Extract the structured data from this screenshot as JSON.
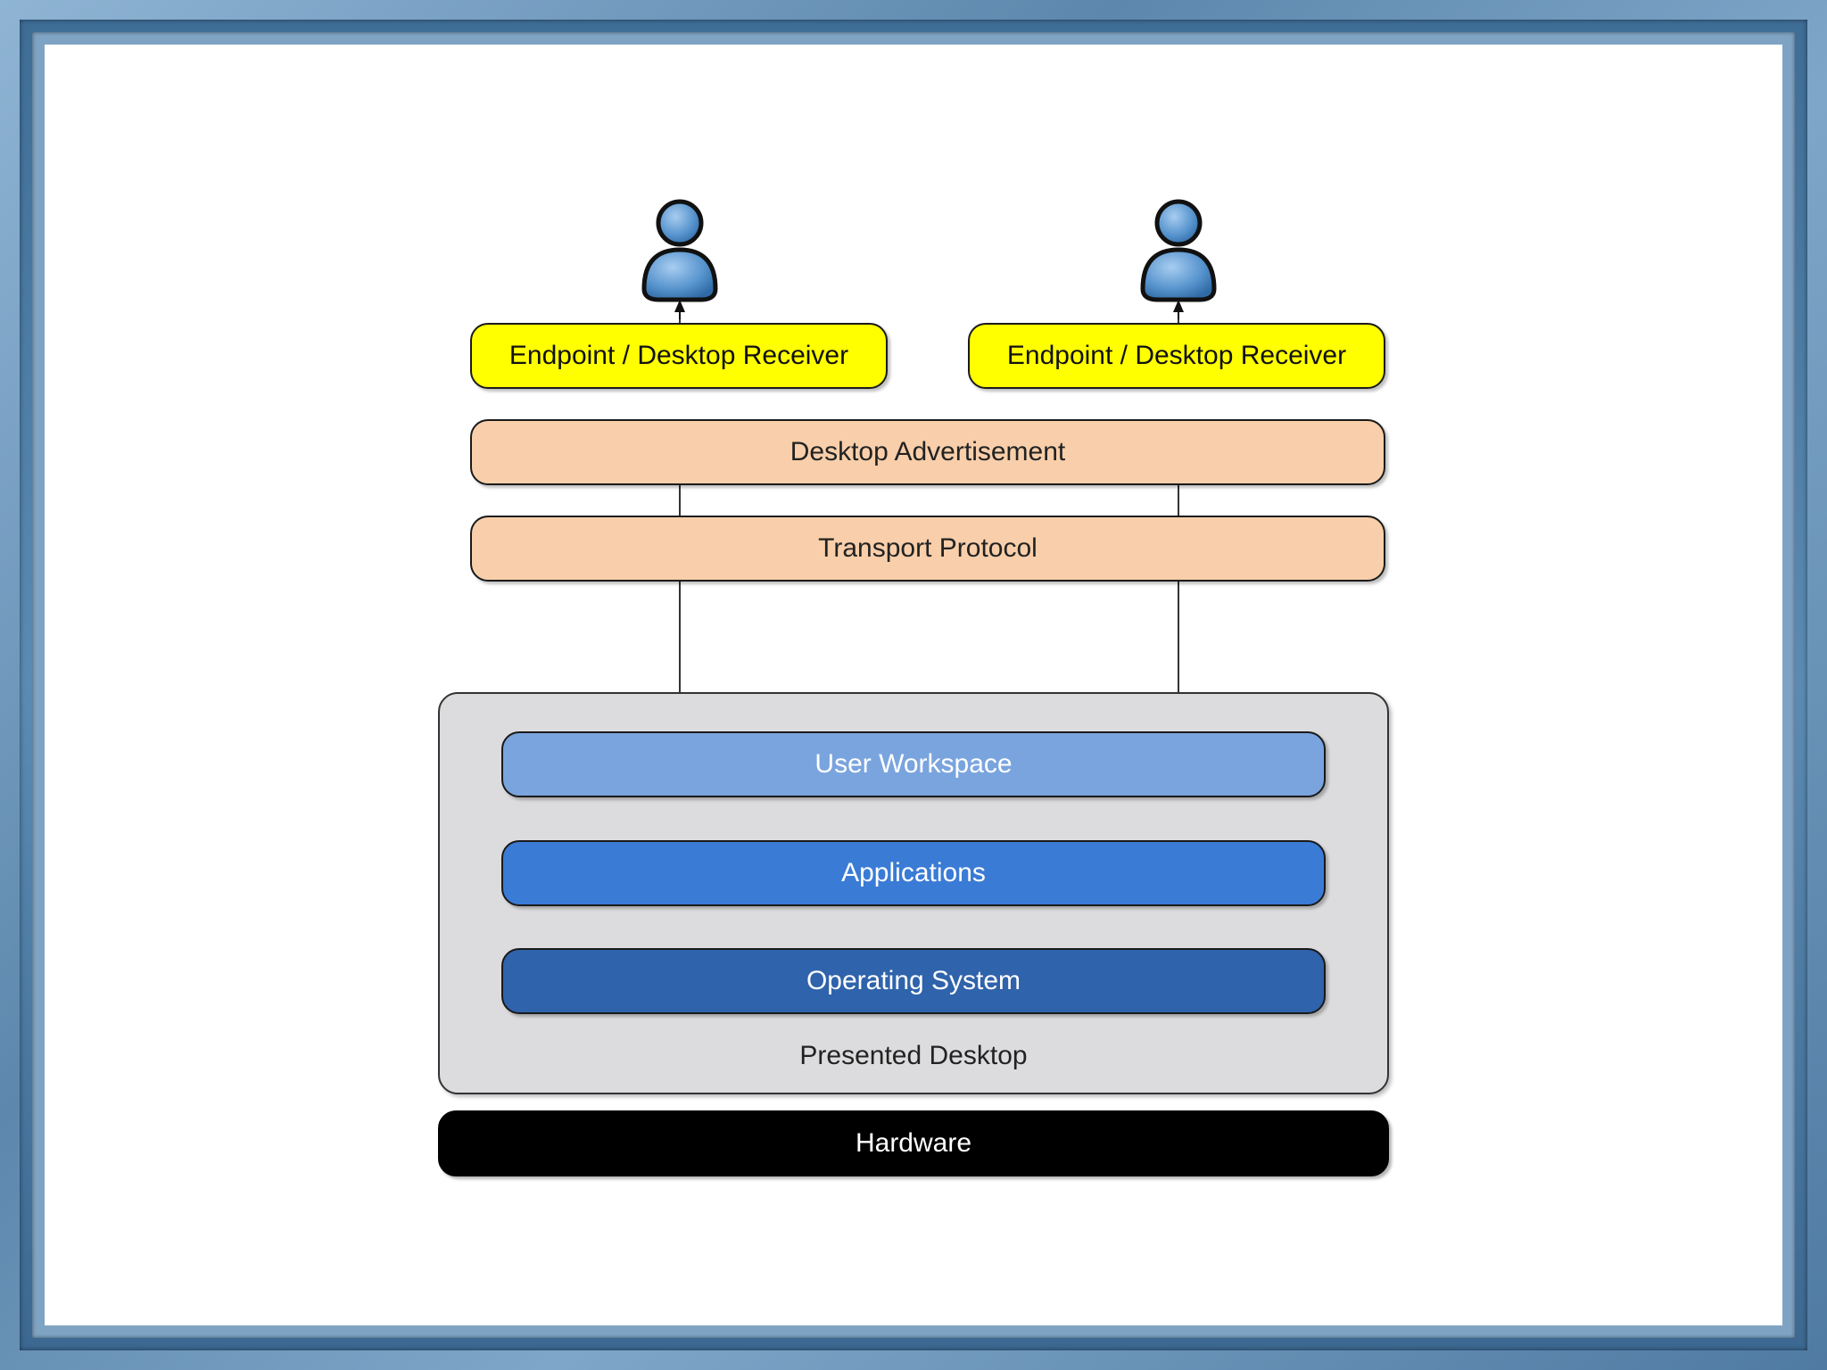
{
  "receivers": [
    {
      "label": "Endpoint / Desktop Receiver"
    },
    {
      "label": "Endpoint / Desktop Receiver"
    }
  ],
  "bands": {
    "advertisement": "Desktop Advertisement",
    "transport": "Transport Protocol"
  },
  "presented_desktop": {
    "label": "Presented Desktop",
    "layers": [
      {
        "label": "User Workspace",
        "color": "#7aa4de"
      },
      {
        "label": "Applications",
        "color": "#3a7bd5"
      },
      {
        "label": "Operating System",
        "color": "#2f63ab"
      }
    ]
  },
  "hardware": {
    "label": "Hardware"
  },
  "colors": {
    "receiver": "#ffff00",
    "band": "#f8cfaa",
    "container": "#dcdcde",
    "hardware": "#000000",
    "user_icon": "#5a96cf"
  },
  "icons": [
    "user-icon",
    "user-icon"
  ]
}
